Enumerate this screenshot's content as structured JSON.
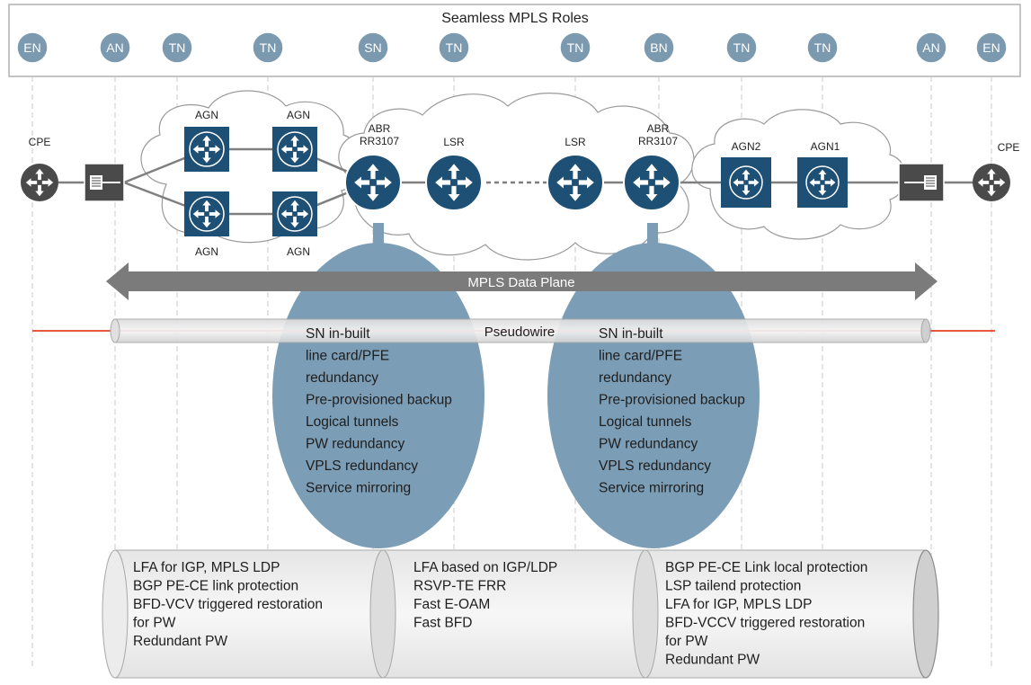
{
  "title": "Seamless MPLS Roles",
  "roles": [
    "EN",
    "AN",
    "TN",
    "TN",
    "SN",
    "TN",
    "TN",
    "BN",
    "TN",
    "TN",
    "AN",
    "EN"
  ],
  "nodes": {
    "cpe_left": "CPE",
    "cpe_right": "CPE",
    "agn_top_1": "AGN",
    "agn_top_2": "AGN",
    "agn_bottom_1": "AGN",
    "agn_bottom_2": "AGN",
    "abr_left_line1": "ABR",
    "abr_left_line2": "RR3107",
    "lsr_left": "LSR",
    "lsr_right": "LSR",
    "abr_right_line1": "ABR",
    "abr_right_line2": "RR3107",
    "agn2": "AGN2",
    "agn1": "AGN1"
  },
  "data_plane_label": "MPLS Data Plane",
  "pseudowire_label": "Pseudowire",
  "sn_left_features": [
    "SN in-built",
    "line card/PFE",
    "redundancy",
    "Pre-provisioned backup",
    "Logical tunnels",
    "PW redundancy",
    "VPLS redundancy",
    "Service mirroring"
  ],
  "sn_right_features": [
    "SN in-built",
    "line card/PFE",
    "redundancy",
    "Pre-provisioned backup",
    "Logical tunnels",
    "PW redundancy",
    "VPLS redundancy",
    "Service mirroring"
  ],
  "bottom_left": [
    "LFA for IGP, MPLS LDP",
    "BGP PE-CE link protection",
    "BFD-VCV triggered restoration",
    "for PW",
    "Redundant PW"
  ],
  "bottom_middle": [
    "LFA based on IGP/LDP",
    "RSVP-TE FRR",
    "Fast E-OAM",
    "Fast BFD"
  ],
  "bottom_right": [
    "BGP PE-CE Link local protection",
    "LSP tailend protection",
    "LFA for IGP, MPLS LDP",
    "BFD-VCCV triggered restoration",
    "for PW",
    "Redundant PW"
  ],
  "colors": {
    "router_blue": "#1e4f74",
    "router_gray": "#4a4a4a",
    "role_circle": "#7c9aaf",
    "ellipse": "#7b9db5",
    "arrow": "#7b7b7b",
    "red_line": "#e0402a"
  }
}
